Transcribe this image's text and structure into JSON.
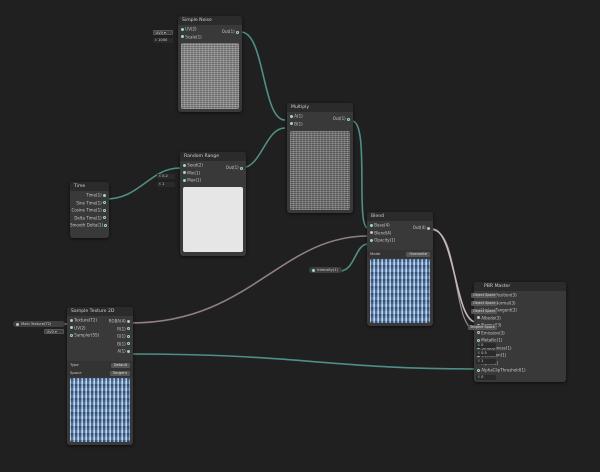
{
  "simple_noise": {
    "title": "Simple Noise",
    "inputs": [
      "UV(2)",
      "Scale(1)"
    ],
    "output": "Out(1)",
    "uv_default": "UV0",
    "scale_prefix": "X",
    "scale_value": "1000"
  },
  "random_range": {
    "title": "Random Range",
    "inputs": [
      "Seed(2)",
      "Min(1)",
      "Max(1)"
    ],
    "output": "Out(1)",
    "min_prefix": "X",
    "min_value": "0.2",
    "max_prefix": "X",
    "max_value": "1"
  },
  "multiply": {
    "title": "Multiply",
    "inputs": [
      "A(1)",
      "B(1)"
    ],
    "output": "Out(1)"
  },
  "time": {
    "title": "Time",
    "outputs": [
      "Time(1)",
      "Sine Time(1)",
      "Cosine Time(1)",
      "Delta Time(1)",
      "Smooth Delta(1)"
    ]
  },
  "blend": {
    "title": "Blend",
    "inputs": [
      "Base(4)",
      "Blend(4)",
      "Opacity(1)"
    ],
    "output": "Out(4)",
    "mode_label": "Mode",
    "mode_value": "Overwrite"
  },
  "intensity": {
    "label": "Intensity(1)"
  },
  "sample_texture": {
    "title": "Sample Texture 2D",
    "inputs": [
      "Texture(T2)",
      "UV(2)",
      "Sampler(SS)"
    ],
    "outputs": [
      "RGBA(4)",
      "R(1)",
      "G(1)",
      "B(1)",
      "A(1)"
    ],
    "type_label": "Type",
    "type_value": "Default",
    "space_label": "Space",
    "space_value": "Tangent",
    "uv_default": "UV0"
  },
  "main_texture": {
    "label": "Main Texture(T2)"
  },
  "pbr_master": {
    "title": "PBR Master",
    "inputs": [
      "Vertex Position(3)",
      "Vertex Normal(3)",
      "Vertex Tangent(3)",
      "Albedo(3)",
      "Normal(3)",
      "Emission(3)",
      "Metallic(1)",
      "Smoothness(1)",
      "Occlusion(1)",
      "Alpha(1)",
      "AlphaClipThreshold(1)"
    ],
    "space_labels": [
      "Object Space",
      "Object Space",
      "Object Space",
      "Tangent Space"
    ],
    "metallic_prefix": "X",
    "metallic_value": "0",
    "smoothness_prefix": "X",
    "smoothness_value": "0.5",
    "occlusion_prefix": "X",
    "occlusion_value": "1",
    "alpha_clip_prefix": "X",
    "alpha_clip_value": "0"
  },
  "colors": {
    "background": "#202020",
    "node": "#393939",
    "wire_float": "#4f8f86",
    "wire_vector": "#c9b9bd",
    "wire_purple": "#8f7e86"
  }
}
